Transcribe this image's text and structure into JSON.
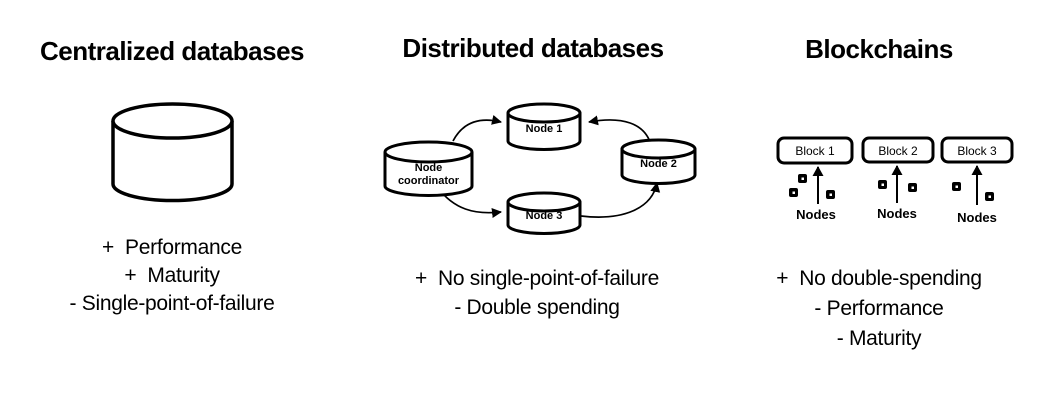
{
  "colors": {
    "foreground": "#000000",
    "background": "#ffffff"
  },
  "columns": [
    {
      "title": "Centralized databases",
      "icon": "database-cylinder-icon",
      "points": [
        "+  Performance",
        "+  Maturity",
        "- Single-point-of-failure"
      ]
    },
    {
      "title": "Distributed databases",
      "icon": "distributed-nodes-diagram",
      "diagram": {
        "coordinator_line1": "Node",
        "coordinator_line2": "coordinator",
        "node1": "Node 1",
        "node2": "Node 2",
        "node3": "Node 3"
      },
      "points": [
        "+  No single-point-of-failure",
        "- Double spending"
      ]
    },
    {
      "title": "Blockchains",
      "icon": "blockchain-blocks-diagram",
      "diagram": {
        "block1": "Block 1",
        "block2": "Block 2",
        "block3": "Block 3",
        "nodes_label1": "Nodes",
        "nodes_label2": "Nodes",
        "nodes_label3": "Nodes"
      },
      "points": [
        "+  No double-spending",
        "- Performance",
        "- Maturity"
      ]
    }
  ]
}
